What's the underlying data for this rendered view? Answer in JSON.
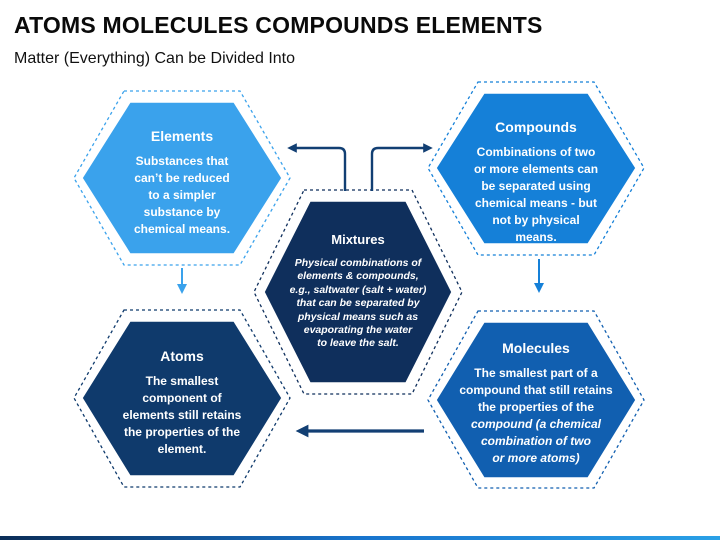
{
  "slide": {
    "title": "ATOMS MOLECULES COMPOUNDS ELEMENTS",
    "subtitle": "Matter (Everything) Can be Divided Into"
  },
  "hexagons": {
    "elements": {
      "title": "Elements",
      "body": [
        "Substances that",
        "can’t be reduced",
        "to a simpler",
        "substance by",
        "chemical means."
      ]
    },
    "compounds": {
      "title": "Compounds",
      "body": [
        "Combinations of two",
        "or more elements can",
        "be separated using",
        "chemical means - but",
        "not by physical",
        "means."
      ]
    },
    "mixtures": {
      "title": "Mixtures",
      "body": [
        "Physical combinations of",
        "elements & compounds,",
        "e.g., saltwater (salt + water)",
        "that can be separated by",
        "physical means such as",
        "evaporating the water",
        "to leave the salt."
      ]
    },
    "atoms": {
      "title": "Atoms",
      "body": [
        "The smallest",
        "component of",
        "elements still retains",
        "the properties of the",
        "element."
      ]
    },
    "molecules": {
      "title": "Molecules",
      "body": [
        "The smallest part of a",
        "compound that still retains",
        "the properties of the"
      ],
      "body_italic": [
        "compound (a chemical",
        "combination of two",
        "or more atoms)"
      ]
    }
  },
  "colors": {
    "elements": "#3aa2ec",
    "compounds": "#1580d8",
    "mixtures": "#0f2f5c",
    "atoms": "#0f3a6c",
    "molecules": "#115fb0",
    "connector": "#123f73"
  },
  "icons": {
    "arrows": "arrow-icon"
  }
}
